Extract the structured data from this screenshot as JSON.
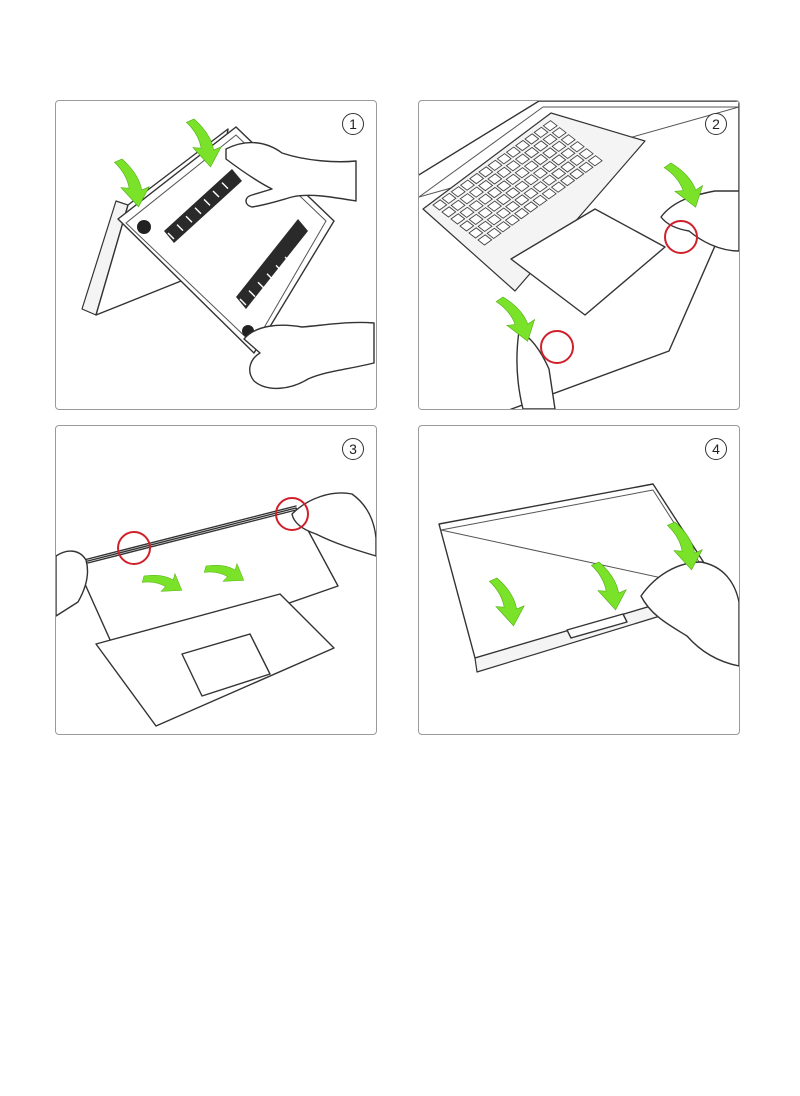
{
  "steps": [
    {
      "number": "1"
    },
    {
      "number": "2"
    },
    {
      "number": "3"
    },
    {
      "number": "4"
    }
  ],
  "colors": {
    "arrow": "#7be22a",
    "highlight_circle": "#d0202a",
    "line": "#333333",
    "panel_border": "#9a9a9a"
  },
  "icons": {
    "arrow": "green-curved-arrow-icon",
    "highlight": "red-circle-highlight-icon"
  }
}
